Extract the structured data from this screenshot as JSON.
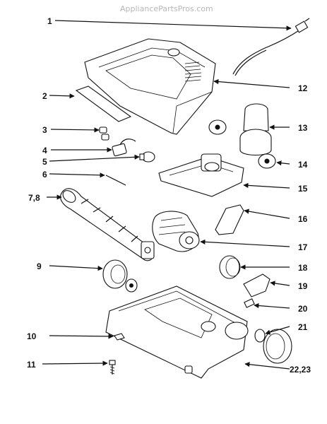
{
  "watermark": "AppliancePartsPros.com",
  "callouts": {
    "c1": "1",
    "c2": "2",
    "c3": "3",
    "c4": "4",
    "c5": "5",
    "c6": "6",
    "c78": "7,8",
    "c9": "9",
    "c10": "10",
    "c11": "11",
    "c12": "12",
    "c13": "13",
    "c14": "14",
    "c15": "15",
    "c16": "16",
    "c17": "17",
    "c18": "18",
    "c19": "19",
    "c20": "20",
    "c21": "21",
    "c2223": "22,23"
  }
}
